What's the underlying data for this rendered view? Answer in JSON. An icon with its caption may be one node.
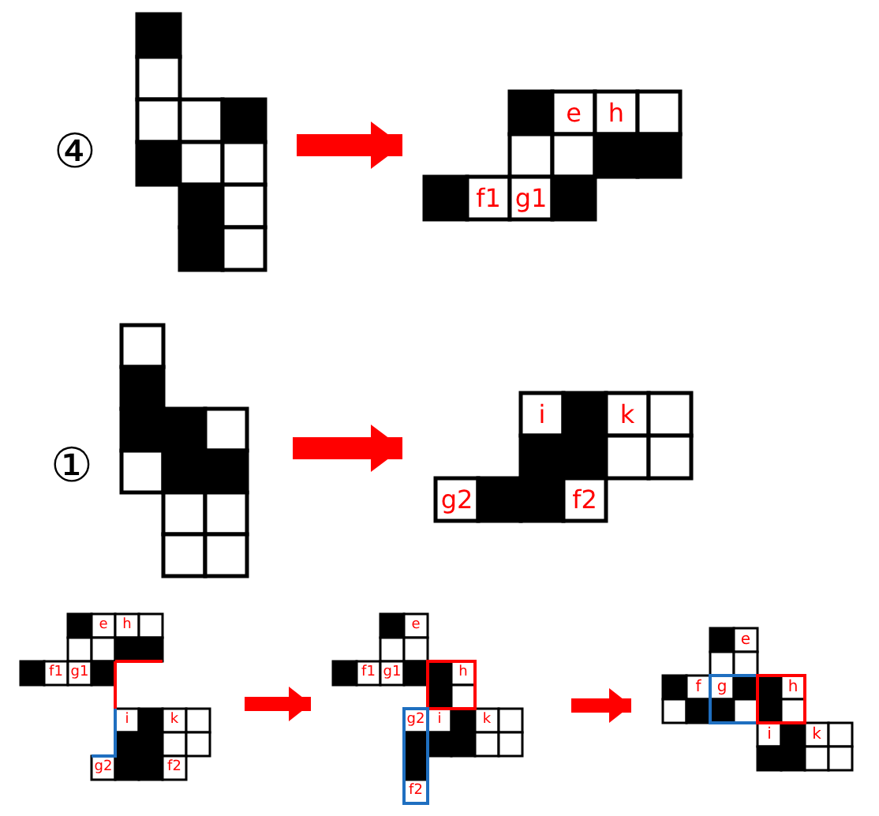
{
  "diagram": {
    "nodes": [
      {
        "text": [],
        "shape": "grid"
      },
      {
        "text": [
          "e",
          "h",
          "f1",
          "g1"
        ]
      },
      {
        "text": [],
        "shape": "grid"
      },
      {
        "text": [
          "i",
          "k",
          "g2",
          "f2"
        ]
      },
      {
        "text": [
          "e",
          "h",
          "f1",
          "g1",
          "i",
          "k",
          "g2",
          "f2"
        ]
      },
      {
        "text": [
          "e",
          "f1",
          "g1",
          "h",
          "g2",
          "i",
          "k",
          "f2"
        ]
      },
      {
        "text": [
          "e",
          "f",
          "g",
          "h",
          "i",
          "k"
        ]
      }
    ],
    "edges": [
      {
        "from": 0,
        "to": 1,
        "arrow": "to"
      },
      {
        "from": 2,
        "to": 3,
        "arrow": "to"
      },
      {
        "from": 4,
        "to": 5,
        "arrow": "to"
      },
      {
        "from": 5,
        "to": 6,
        "arrow": "to"
      }
    ],
    "labels": [
      "④",
      "①"
    ]
  }
}
